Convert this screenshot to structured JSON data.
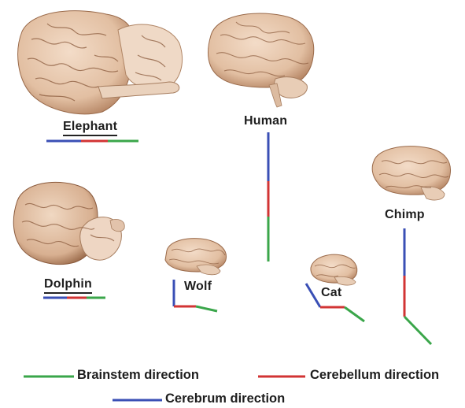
{
  "animals": {
    "elephant": "Elephant",
    "human": "Human",
    "chimp": "Chimp",
    "dolphin": "Dolphin",
    "wolf": "Wolf",
    "cat": "Cat"
  },
  "legend": {
    "brainstem": "Brainstem direction",
    "cerebellum": "Cerebellum direction",
    "cerebrum": "Cerebrum direction"
  },
  "colors": {
    "cerebrum": "#3a4fb5",
    "cerebellum": "#d23434",
    "brainstem": "#3aa64a",
    "brain_fill": "#e8c9b0",
    "brain_fold": "#8a5a3c"
  }
}
